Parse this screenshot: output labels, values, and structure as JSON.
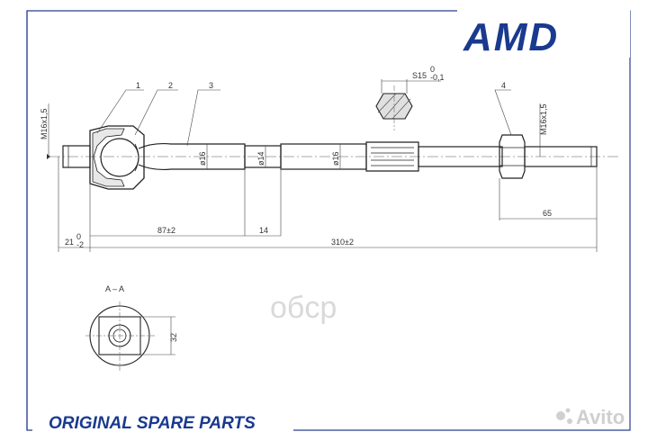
{
  "brand": {
    "logo_text": "AMD",
    "tagline": "ORIGINAL SPARE PARTS",
    "color": "#1a3a8f"
  },
  "watermarks": {
    "center": "oбcp",
    "corner": "Avito"
  },
  "callouts": [
    "1",
    "2",
    "3",
    "4"
  ],
  "dimensions": {
    "thread_left": "M16x1,5",
    "thread_right": "M16x1,5",
    "hex": "S15",
    "hex_tol_top": "0",
    "hex_tol_bottom": "-0,1",
    "dia1": "ø16",
    "dia2": "ø14",
    "dia3": "ø16",
    "len_87": "87±2",
    "len_14": "14",
    "len_310": "310±2",
    "len_21": "21",
    "len_21_tol_top": "0",
    "len_21_tol_bottom": "-2",
    "len_65": "65",
    "section_size": "32"
  },
  "section_label": "A – A"
}
